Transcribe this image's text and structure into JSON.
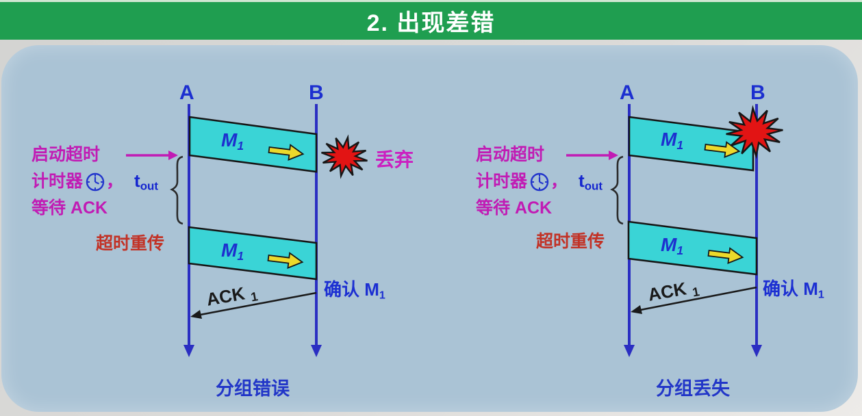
{
  "title": "2. 出现差错",
  "colors": {
    "header_bg": "#1f9e50",
    "panel_bg": "#aac3d5",
    "timeline": "#2a2ec2",
    "packet_fill": "#3ad4d6",
    "transmit_arrow": "#ecd92b",
    "explosion": "#e21414",
    "timer_text": "#c11bb4",
    "retransmit_text": "#c23226",
    "blue_text": "#1c2fd0",
    "ack_text": "#1a1a1a",
    "title_text": "#ffffff"
  },
  "icons": {
    "clock": "clock-icon",
    "explosion": "explosion-burst-icon",
    "transmit": "right-arrow-icon"
  },
  "diagrams": [
    {
      "endpoint_a": "A",
      "endpoint_b": "B",
      "packet_label": "M",
      "packet_label_sub": "1",
      "timer_line1": "启动超时",
      "timer_line2": "计时器",
      "timer_comma": "，",
      "timeout_t": "t",
      "timeout_t_sub": "out",
      "timer_line3": "等待 ACK",
      "retransmit_label": "超时重传",
      "ack_label": "ACK",
      "ack_sub": "1",
      "confirm_label": "确认 M",
      "confirm_sub": "1",
      "event_label": "丢弃",
      "caption": "分组错误"
    },
    {
      "endpoint_a": "A",
      "endpoint_b": "B",
      "packet_label": "M",
      "packet_label_sub": "1",
      "timer_line1": "启动超时",
      "timer_line2": "计时器",
      "timer_comma": "，",
      "timeout_t": "t",
      "timeout_t_sub": "out",
      "timer_line3": "等待 ACK",
      "retransmit_label": "超时重传",
      "ack_label": "ACK",
      "ack_sub": "1",
      "confirm_label": "确认 M",
      "confirm_sub": "1",
      "caption": "分组丢失"
    }
  ]
}
